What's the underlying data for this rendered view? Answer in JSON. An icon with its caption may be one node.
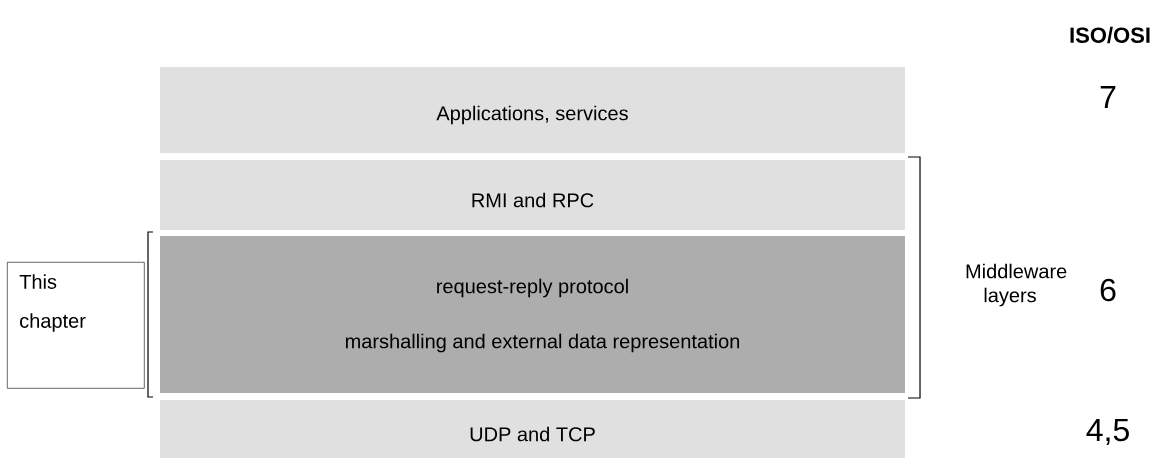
{
  "diagram": {
    "nodes": [
      {
        "text": [
          "Applications, services"
        ]
      },
      {
        "text": [
          "RMI and RPC"
        ]
      },
      {
        "text": [
          "request-reply protocol",
          "marshalling and external data representation"
        ]
      },
      {
        "text": [
          "UDP and TCP"
        ]
      },
      {
        "text": [
          "This chapter"
        ]
      }
    ],
    "labels": [
      "ISO/OSI",
      "7",
      "Middleware layers",
      "6",
      "4,5"
    ]
  }
}
